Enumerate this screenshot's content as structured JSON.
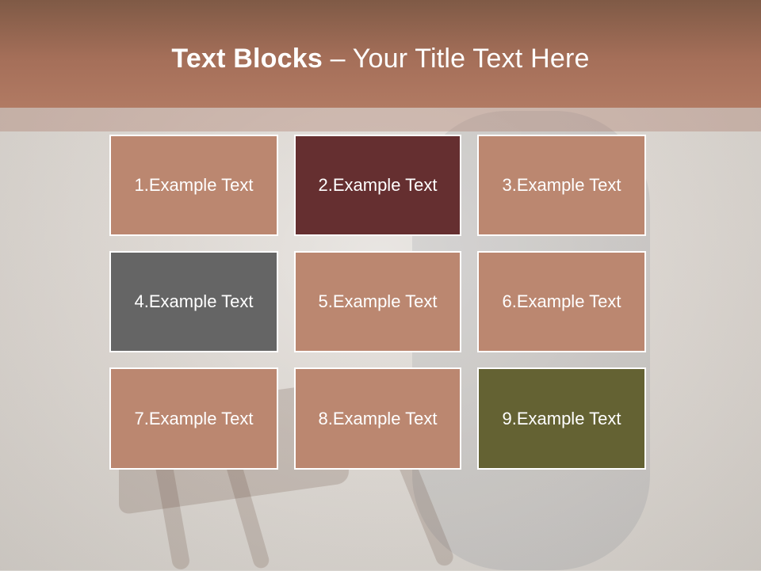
{
  "header": {
    "title_bold": "Text Blocks",
    "title_separator": " – ",
    "title_rest": "Your Title Text Here"
  },
  "tiles": [
    {
      "label": "1.Example Text",
      "color": "#bb8770"
    },
    {
      "label": "2.Example Text",
      "color": "#652f30"
    },
    {
      "label": "3.Example Text",
      "color": "#bb8770"
    },
    {
      "label": "4.Example Text",
      "color": "#656565"
    },
    {
      "label": "5.Example Text",
      "color": "#bb8770"
    },
    {
      "label": "6.Example Text",
      "color": "#bb8770"
    },
    {
      "label": "7.Example Text",
      "color": "#bb8770"
    },
    {
      "label": "8.Example Text",
      "color": "#bb8770"
    },
    {
      "label": "9.Example Text",
      "color": "#646233"
    }
  ],
  "colors": {
    "header_top": "#7f5a46",
    "header_bottom": "#b17a63",
    "background": "#d8d4cf",
    "tile_border": "#ffffff",
    "text": "#ffffff"
  }
}
